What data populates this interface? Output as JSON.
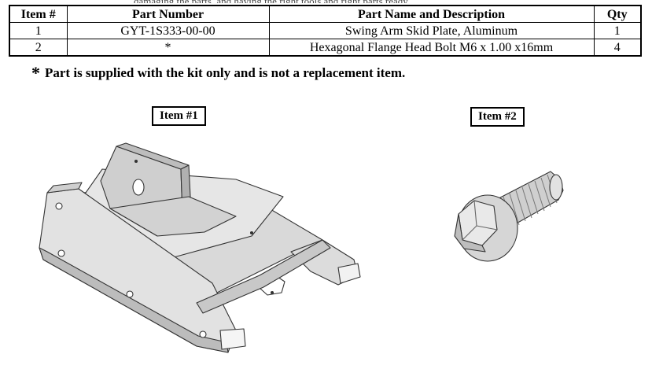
{
  "header_fragment": "damaging the parts, and having the right tools and right parts ready",
  "table": {
    "headers": [
      "Item #",
      "Part Number",
      "Part Name and Description",
      "Qty"
    ],
    "rows": [
      [
        "1",
        "GYT-1S333-00-00",
        "Swing Arm Skid Plate, Aluminum",
        "1"
      ],
      [
        "2",
        "*",
        "Hexagonal Flange Head Bolt M6 x 1.00 x16mm",
        "4"
      ]
    ]
  },
  "footnote": {
    "star": "*",
    "text": "Part is supplied with the kit only and is not a replacement item."
  },
  "figures": {
    "item1_label": "Item #1",
    "item2_label": "Item #2",
    "item1_icon": "skid-plate-drawing",
    "item2_icon": "flange-bolt-drawing"
  }
}
